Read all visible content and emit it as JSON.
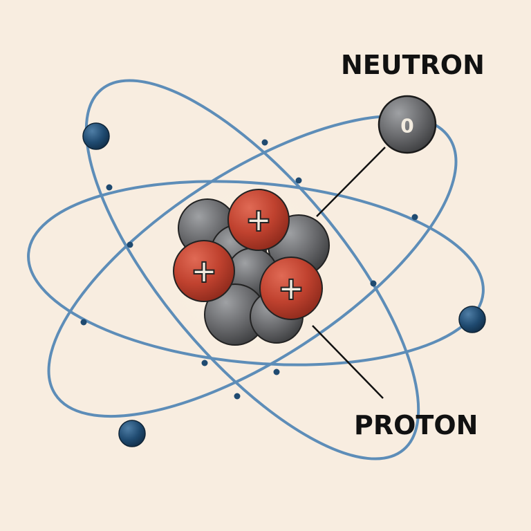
{
  "labels": {
    "neutron": "NEUTRON",
    "proton": "PROTON"
  },
  "symbols": {
    "proton_charge": "+",
    "neutron_charge": "0"
  },
  "colors": {
    "background": "#f8ede0",
    "orbit": "#5d8db8",
    "electron": "#1f4a70",
    "proton": "#c0422f",
    "neutron": "#6a6b6e",
    "leader_line": "#111111"
  }
}
